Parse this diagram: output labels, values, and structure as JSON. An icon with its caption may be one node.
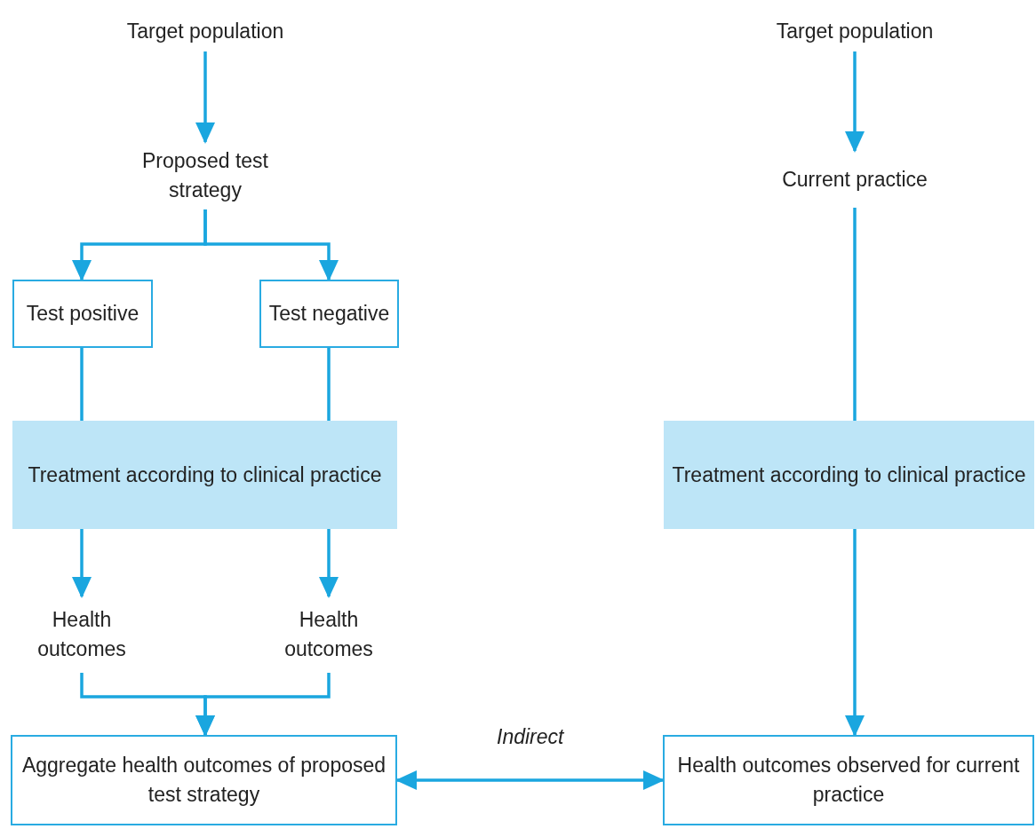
{
  "diagram": {
    "nodes": [
      {
        "text": [
          "Target population"
        ]
      },
      {
        "text": [
          "Proposed test strategy"
        ]
      },
      {
        "text": [
          "Test positive"
        ]
      },
      {
        "text": [
          "Test negative"
        ]
      },
      {
        "text": [
          "Treatment according to clinical practice"
        ]
      },
      {
        "text": [
          "Health outcomes"
        ]
      },
      {
        "text": [
          "Health outcomes"
        ]
      },
      {
        "text": [
          "Aggregate health outcomes of proposed test strategy"
        ]
      },
      {
        "text": [
          "Target population"
        ]
      },
      {
        "text": [
          "Current practice"
        ]
      },
      {
        "text": [
          "Treatment according to clinical practice"
        ]
      },
      {
        "text": [
          "Health outcomes observed for current practice"
        ]
      }
    ],
    "edges": [
      {
        "from": 0,
        "to": 1,
        "arrow": "to"
      },
      {
        "from": 1,
        "to": 2,
        "arrow": "to"
      },
      {
        "from": 1,
        "to": 3,
        "arrow": "to"
      },
      {
        "from": 2,
        "to": 4,
        "arrow": "none"
      },
      {
        "from": 3,
        "to": 4,
        "arrow": "none"
      },
      {
        "from": 4,
        "to": 5,
        "arrow": "to"
      },
      {
        "from": 4,
        "to": 6,
        "arrow": "to"
      },
      {
        "from": 5,
        "to": 7,
        "arrow": "to"
      },
      {
        "from": 6,
        "to": 7,
        "arrow": "to"
      },
      {
        "from": 8,
        "to": 9,
        "arrow": "to"
      },
      {
        "from": 9,
        "to": 10,
        "arrow": "none"
      },
      {
        "from": 10,
        "to": 11,
        "arrow": "to"
      },
      {
        "from": 7,
        "to": 11,
        "arrow": "both",
        "label": "Indirect"
      }
    ]
  }
}
